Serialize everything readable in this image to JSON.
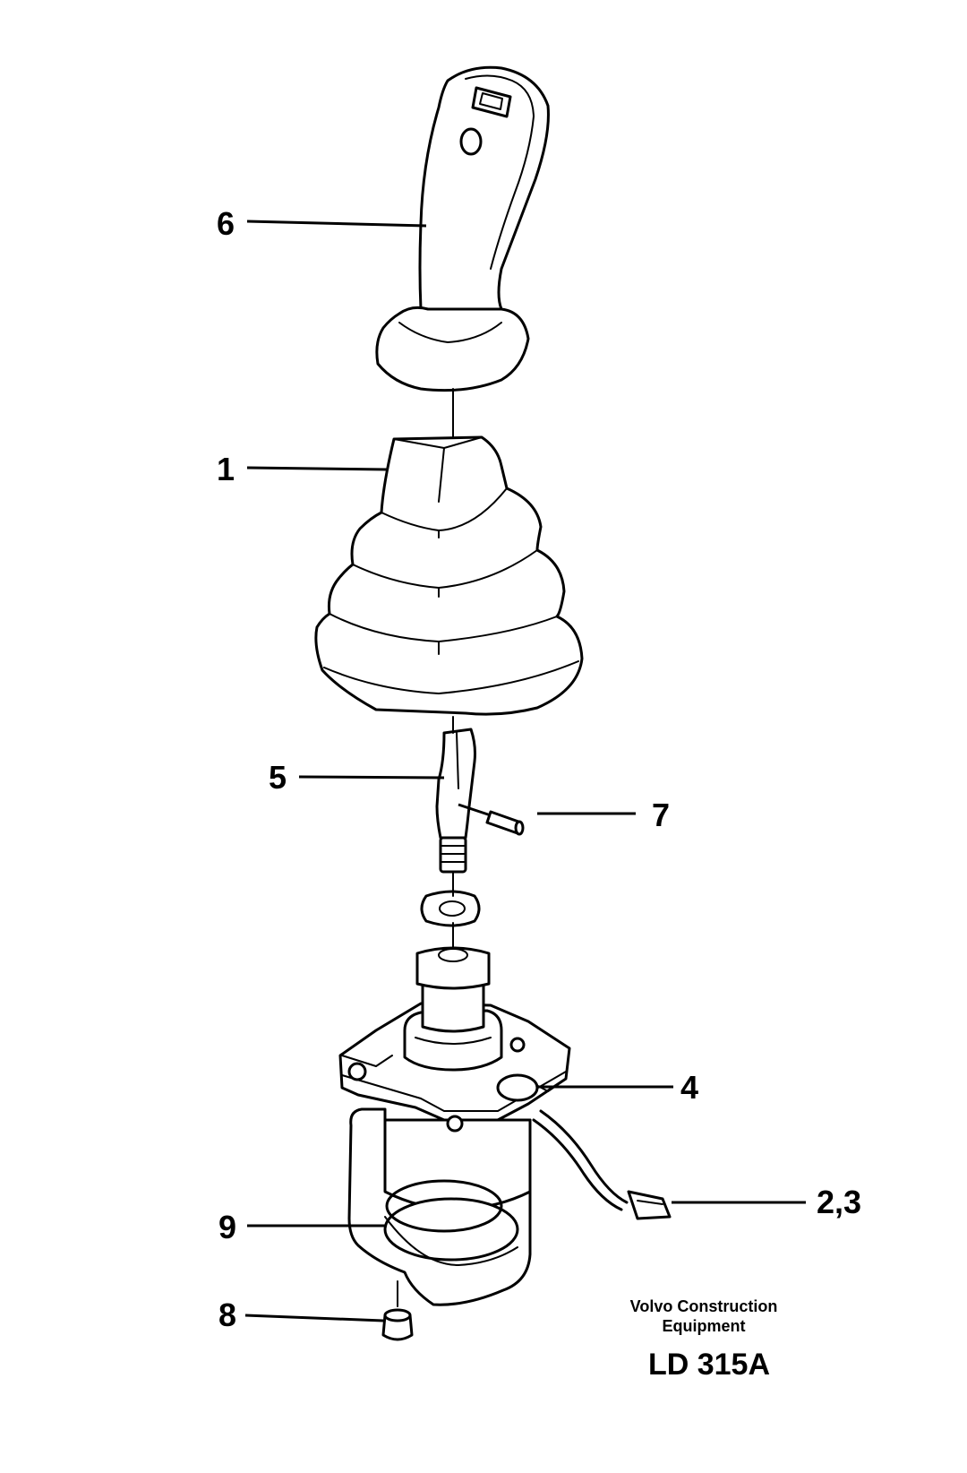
{
  "callouts": {
    "handle": "6",
    "boot": "1",
    "lever_shaft": "5",
    "pin": "7",
    "plate": "4",
    "cable_connector": "2,3",
    "o_ring": "9",
    "plug": "8"
  },
  "footer": {
    "maker_line1": "Volvo Construction",
    "maker_line2": "Equipment",
    "code": "LD 315A"
  }
}
